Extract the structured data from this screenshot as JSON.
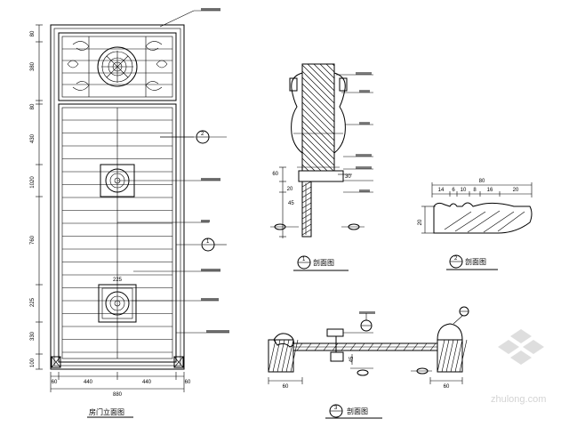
{
  "titles": {
    "elevation": "房门立面图",
    "section_1": "剖面图",
    "section_2": "剖面图",
    "section_3": "剖面图"
  },
  "section_marks": {
    "a": "1",
    "b": "2",
    "c": "3"
  },
  "dims": {
    "left_80": "80",
    "left_380": "380",
    "left_80b": "80",
    "left_430": "430",
    "left_1020": "1020",
    "left_760": "760",
    "left_225": "225",
    "left_330": "330",
    "left_100": "100",
    "bot_60": "60",
    "bot_440a": "440",
    "bot_440b": "440",
    "bot_60b": "60",
    "bot_880": "880",
    "panel_225": "225",
    "sec1_60": "60",
    "sec1_20": "20",
    "sec1_45": "45",
    "sec1_30": "30",
    "prof_80": "80",
    "prof_14": "14",
    "prof_6": "6",
    "prof_10": "10",
    "prof_8": "8",
    "prof_16": "16",
    "prof_20": "20",
    "prof_20v": "20",
    "sec3_60a": "60",
    "sec3_45": "45",
    "sec3_60b": "60"
  },
  "watermark": "zhulong.com"
}
